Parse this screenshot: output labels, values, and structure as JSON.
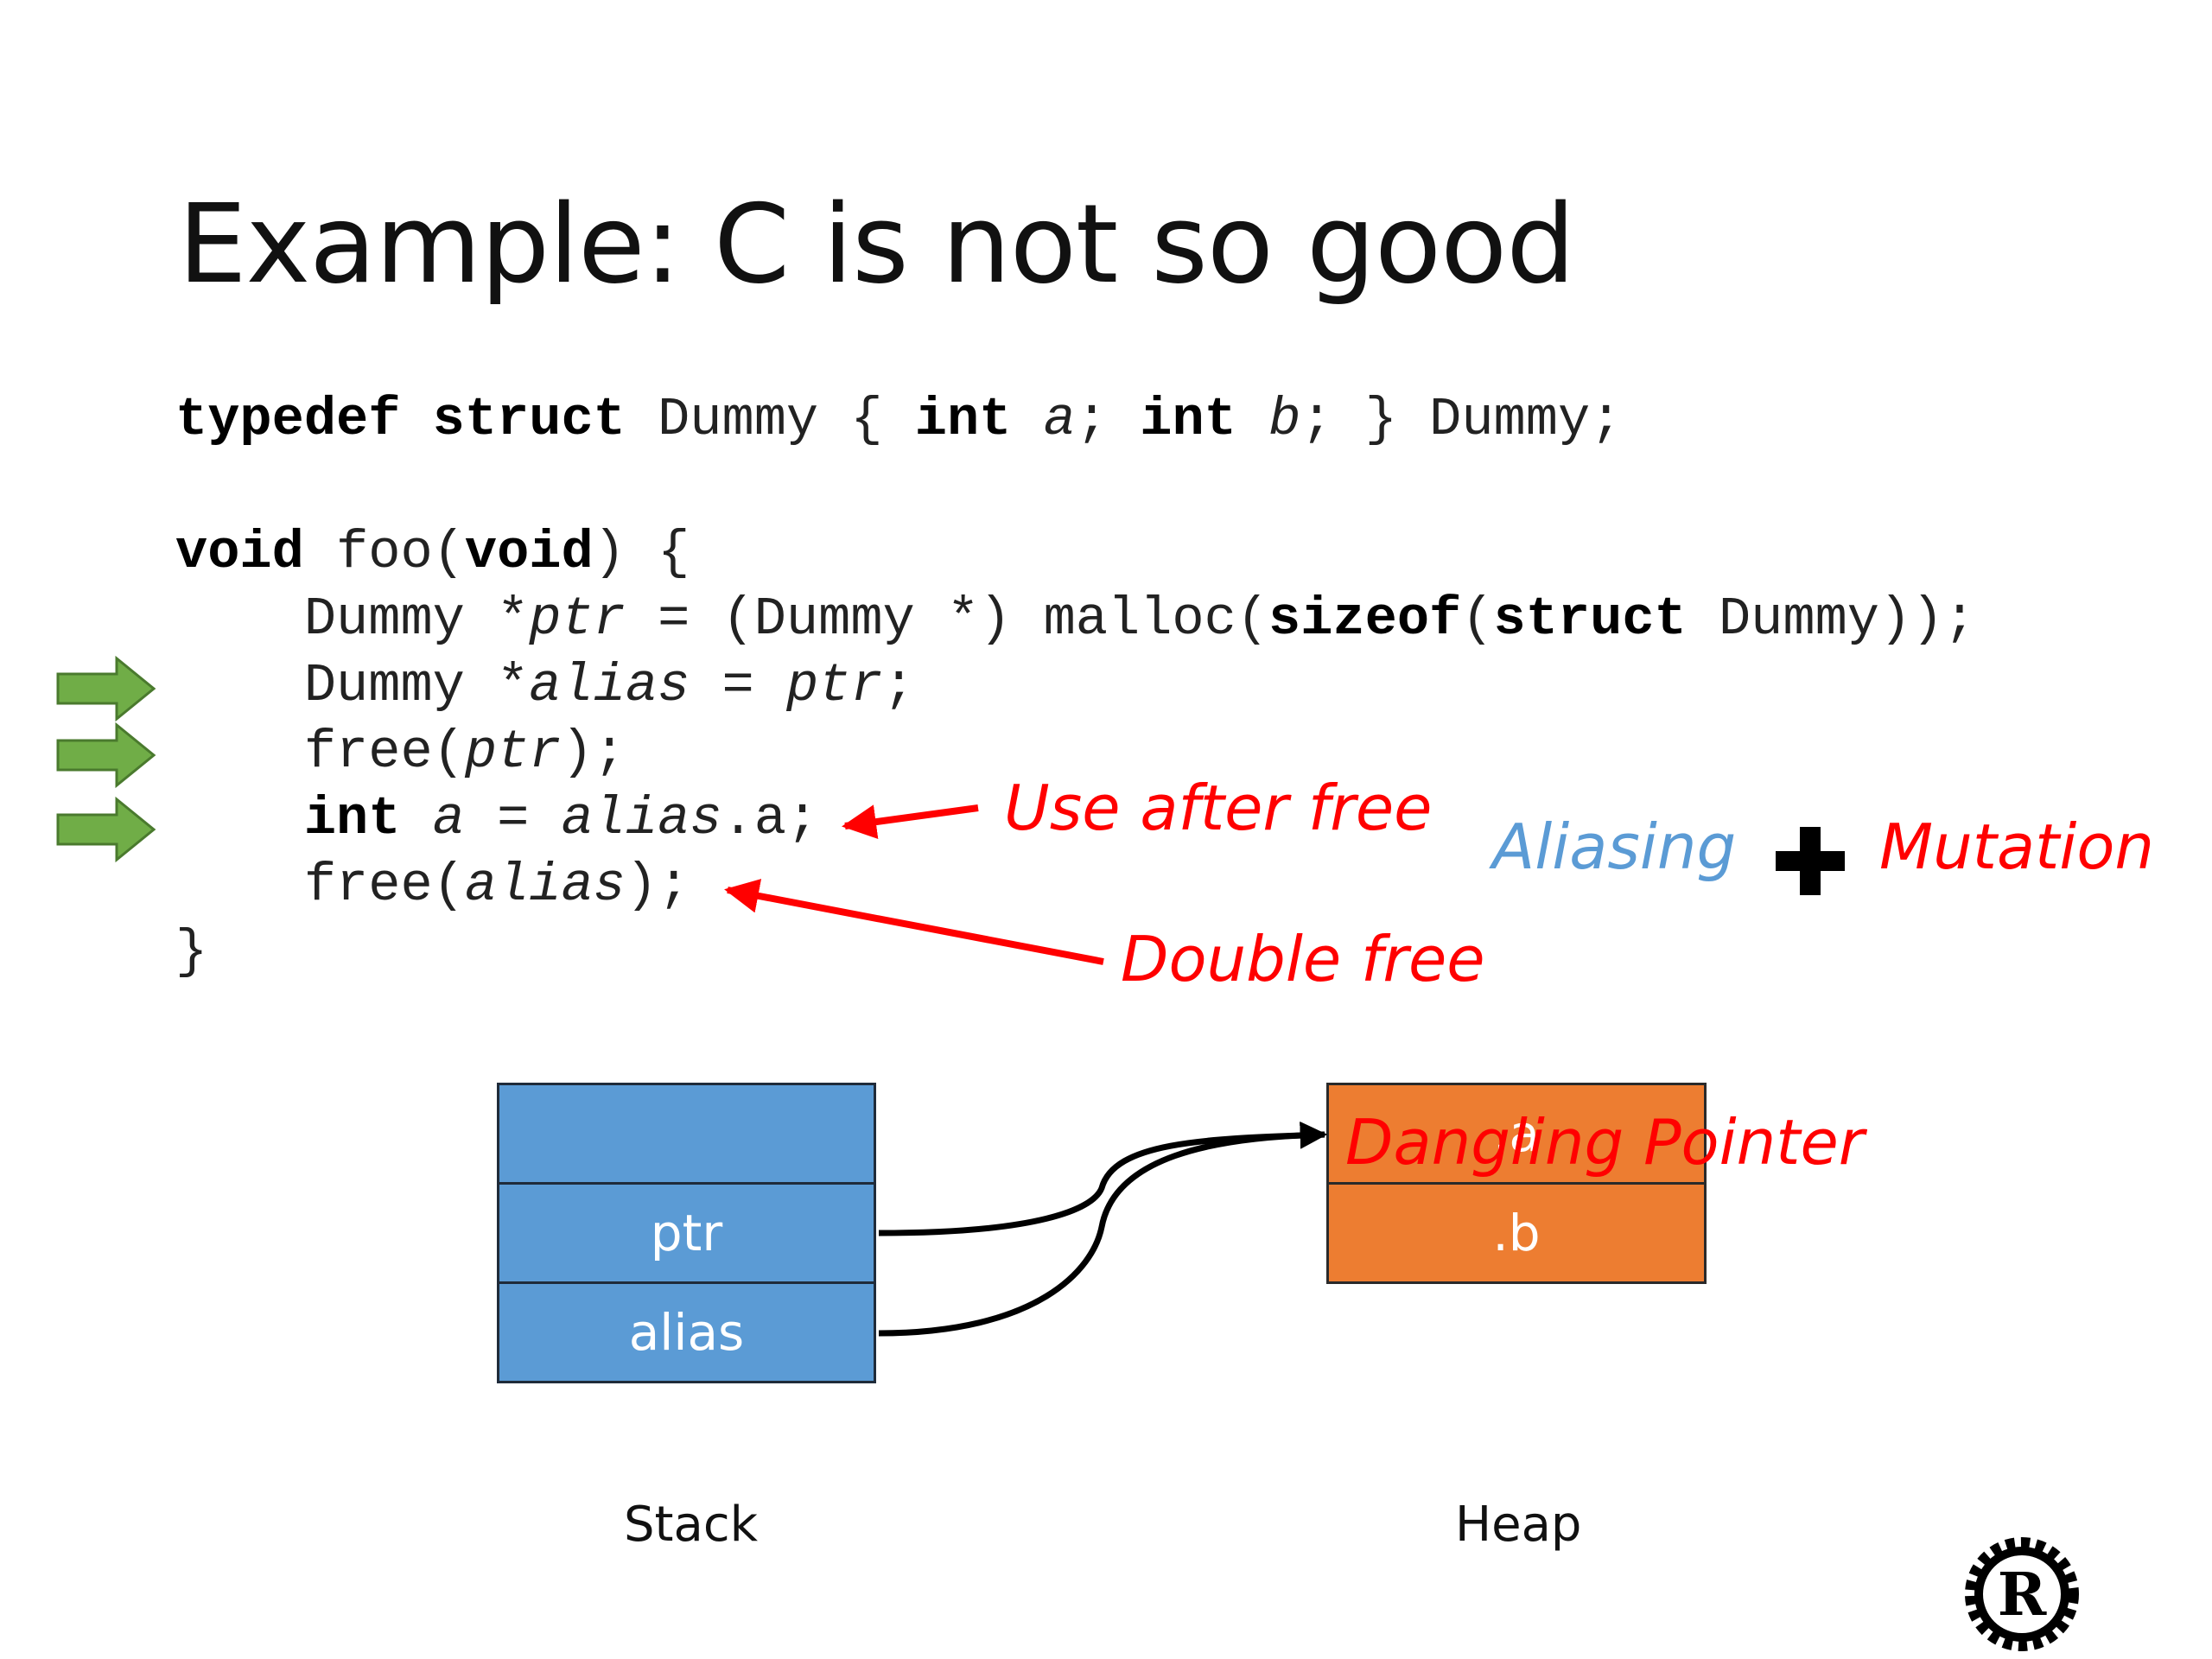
{
  "slide": {
    "title": "Example: C is not so good",
    "code_lines": [
      [
        {
          "t": "typedef struct",
          "s": "kw"
        },
        {
          "t": " Dummy { "
        },
        {
          "t": "int",
          "s": "kw"
        },
        {
          "t": " "
        },
        {
          "t": "a",
          "s": "it"
        },
        {
          "t": "; "
        },
        {
          "t": "int",
          "s": "kw"
        },
        {
          "t": " "
        },
        {
          "t": "b",
          "s": "it"
        },
        {
          "t": "; } Dummy;"
        }
      ],
      [],
      [
        {
          "t": "void",
          "s": "kw"
        },
        {
          "t": " foo("
        },
        {
          "t": "void",
          "s": "kw"
        },
        {
          "t": ") {"
        }
      ],
      [
        {
          "t": "    Dummy *"
        },
        {
          "t": "ptr",
          "s": "it"
        },
        {
          "t": " = (Dummy *) malloc("
        },
        {
          "t": "sizeof",
          "s": "kw"
        },
        {
          "t": "("
        },
        {
          "t": "struct",
          "s": "kw"
        },
        {
          "t": " Dummy));"
        }
      ],
      [
        {
          "t": "    Dummy *"
        },
        {
          "t": "alias",
          "s": "it"
        },
        {
          "t": " = "
        },
        {
          "t": "ptr",
          "s": "it"
        },
        {
          "t": ";"
        }
      ],
      [
        {
          "t": "    free("
        },
        {
          "t": "ptr",
          "s": "it"
        },
        {
          "t": ");"
        }
      ],
      [
        {
          "t": "    "
        },
        {
          "t": "int",
          "s": "kw"
        },
        {
          "t": " "
        },
        {
          "t": "a",
          "s": "it"
        },
        {
          "t": " = "
        },
        {
          "t": "alias",
          "s": "it"
        },
        {
          "t": ".a;"
        }
      ],
      [
        {
          "t": "    free("
        },
        {
          "t": "alias",
          "s": "it"
        },
        {
          "t": ");"
        }
      ],
      [
        {
          "t": "}"
        }
      ]
    ],
    "annotations": {
      "use_after_free": "Use after free",
      "double_free": "Double free",
      "aliasing": "Aliasing",
      "mutation": "Mutation",
      "dangling_pointer": "Dangling Pointer"
    },
    "stack": {
      "caption": "Stack",
      "cells": [
        "",
        "ptr",
        "alias"
      ]
    },
    "heap": {
      "caption": "Heap",
      "cells": [
        ".a",
        ".b"
      ]
    },
    "icons": {
      "step_arrows": "green-arrow-icon",
      "plus": "plus-icon",
      "logo": "rust-logo-icon"
    },
    "colors": {
      "stack_fill": "#5b9bd5",
      "heap_fill": "#ed7d31",
      "annotation_red": "#ff0000",
      "aliasing_blue": "#5b9bd5",
      "step_arrow_green": "#70ad47"
    }
  }
}
